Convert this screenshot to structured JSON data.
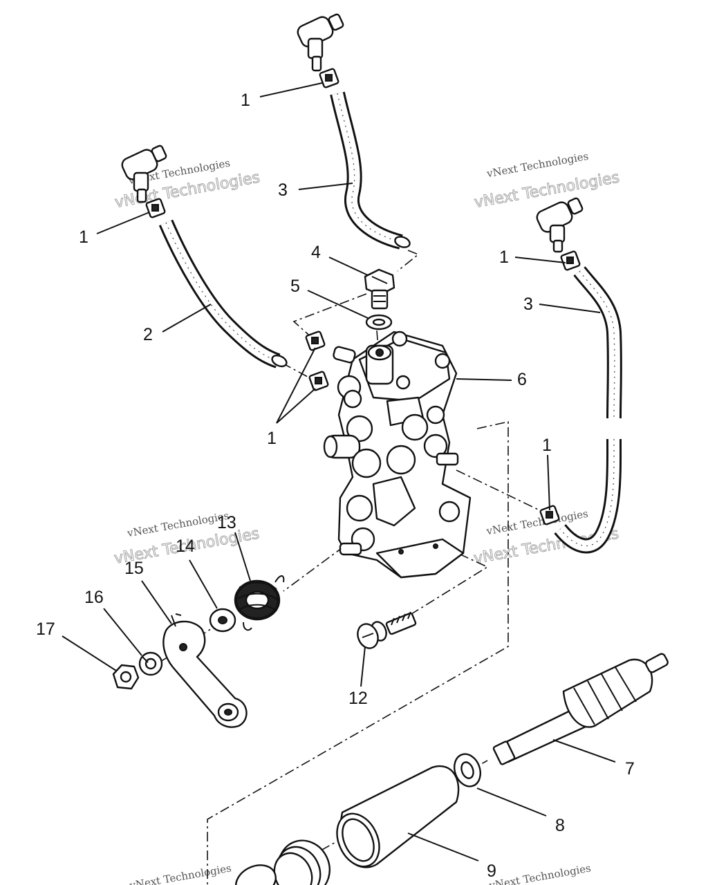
{
  "callouts": [
    {
      "id": "c1a",
      "text": "1"
    },
    {
      "id": "c3a",
      "text": "3"
    },
    {
      "id": "c1b",
      "text": "1"
    },
    {
      "id": "c2",
      "text": "2"
    },
    {
      "id": "c4",
      "text": "4"
    },
    {
      "id": "c5",
      "text": "5"
    },
    {
      "id": "c1c",
      "text": "1"
    },
    {
      "id": "c3b",
      "text": "3"
    },
    {
      "id": "c6",
      "text": "6"
    },
    {
      "id": "c1d",
      "text": "1"
    },
    {
      "id": "c1e",
      "text": "1"
    },
    {
      "id": "c13",
      "text": "13"
    },
    {
      "id": "c14",
      "text": "14"
    },
    {
      "id": "c15",
      "text": "15"
    },
    {
      "id": "c16",
      "text": "16"
    },
    {
      "id": "c17",
      "text": "17"
    },
    {
      "id": "c12",
      "text": "12"
    },
    {
      "id": "c7",
      "text": "7"
    },
    {
      "id": "c8",
      "text": "8"
    },
    {
      "id": "c9",
      "text": "9"
    }
  ],
  "watermark": {
    "main": "vNext Technologies",
    "sub": "vNext Technologies"
  }
}
